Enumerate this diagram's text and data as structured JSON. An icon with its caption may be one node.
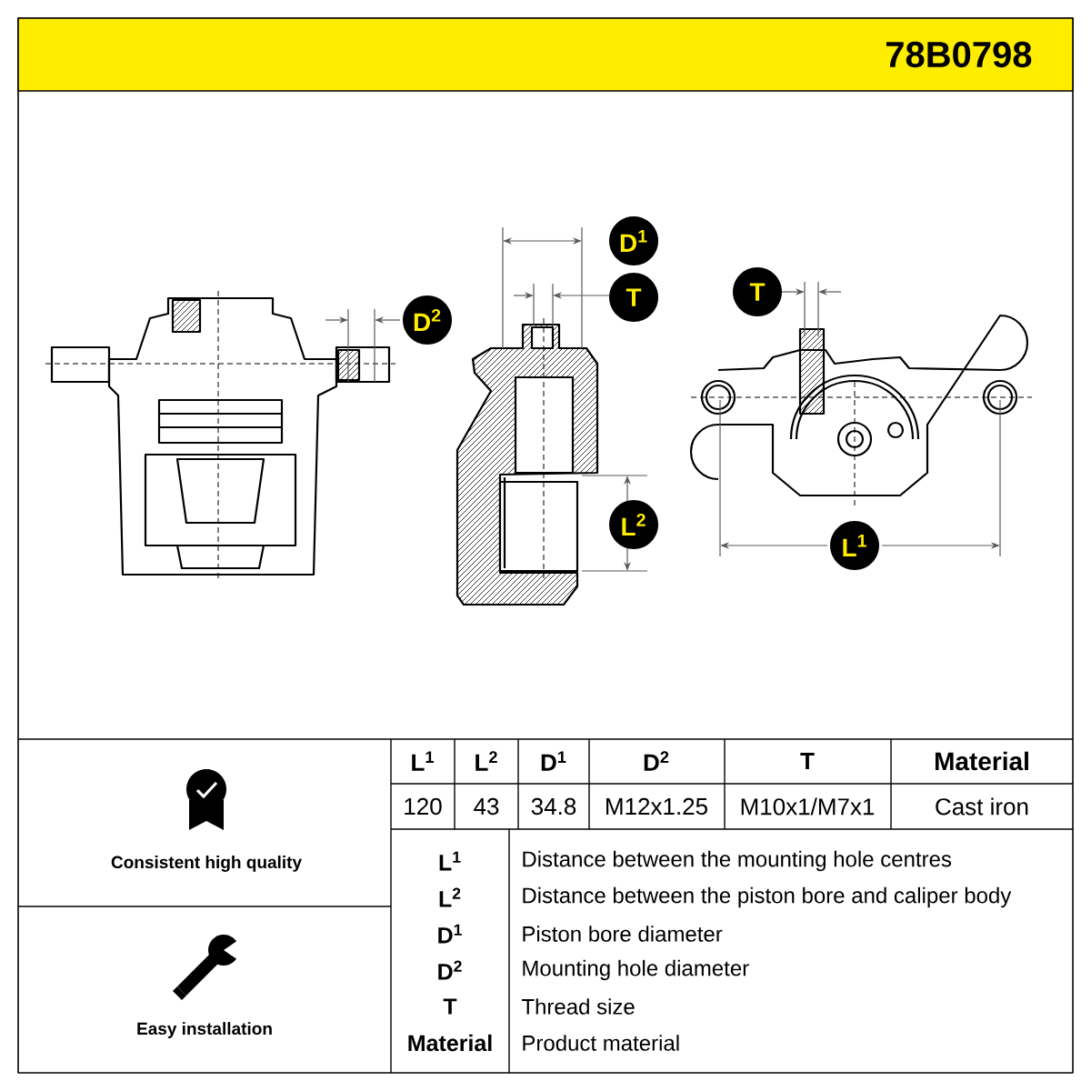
{
  "diagram": {
    "labels": [
      "78B0798",
      "D$^{1}$",
      "T",
      "D$^{2}$",
      "T",
      "L$^{2}$",
      "L$^{1}$",
      "L$^{1}$",
      "L$^{2}$",
      "D$^{1}$",
      "D$^{2}$",
      "T",
      "Material",
      "120",
      "43",
      "34.8",
      "M12x1.25",
      "M10x1/M7x1",
      "Cast iron",
      "Consistent high quality",
      "L$^{1}$",
      "Distance between the mounting hole centres",
      "L$^{2}$",
      "Distance between the piston bore and caliper body",
      "D$^{1}$",
      "Piston bore diameter",
      "D$^{2}$",
      "Mounting hole diameter",
      "T",
      "Thread size",
      "Material",
      "Product material",
      "Easy installation"
    ]
  }
}
